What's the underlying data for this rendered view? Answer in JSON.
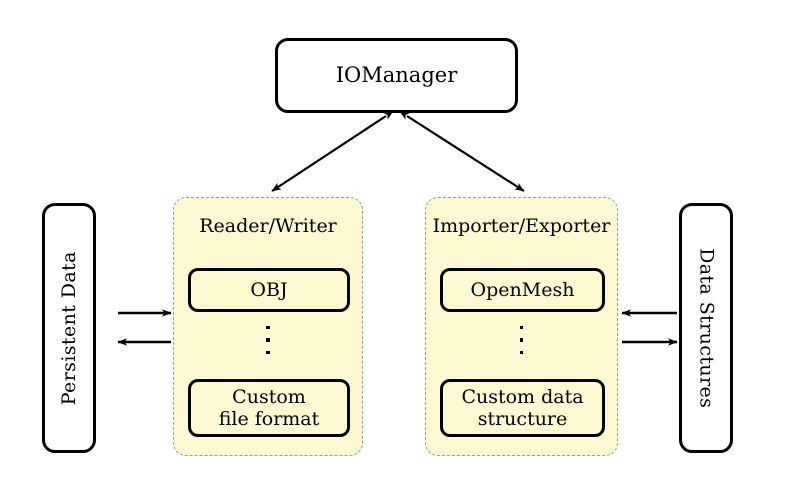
{
  "diagram": {
    "title_node": {
      "label": "IOManager"
    },
    "left_side_box": {
      "label": "Persistent Data"
    },
    "right_side_box": {
      "label": "Data Structures"
    },
    "groups": [
      {
        "id": "reader-writer",
        "title": "Reader/Writer",
        "items": [
          {
            "label": "OBJ"
          },
          {
            "label": "Custom\nfile format",
            "line1": "Custom",
            "line2": "file format"
          }
        ],
        "ellipsis": "⋮"
      },
      {
        "id": "importer-exporter",
        "title": "Importer/Exporter",
        "items": [
          {
            "label": "OpenMesh"
          },
          {
            "label": "Custom data\nstructure",
            "line1": "Custom data",
            "line2": "structure"
          }
        ],
        "ellipsis": "⋮"
      }
    ],
    "colors": {
      "panel_fill": "#fcf9d0",
      "panel_border": "#9a9a9a",
      "node_border": "#000000",
      "node_fill": "#ffffff",
      "background": "#ffffff",
      "text": "#000000"
    },
    "connections": [
      {
        "name": "iomanager-to-reader-writer",
        "kind": "double-arrow",
        "from": "IOManager",
        "to": "Reader/Writer"
      },
      {
        "name": "iomanager-to-importer-exporter",
        "kind": "double-arrow",
        "from": "IOManager",
        "to": "Importer/Exporter"
      },
      {
        "name": "persistent-data-to-reader-writer",
        "kind": "arrow",
        "from": "Persistent Data",
        "to": "Reader/Writer"
      },
      {
        "name": "reader-writer-to-persistent-data",
        "kind": "arrow",
        "from": "Reader/Writer",
        "to": "Persistent Data"
      },
      {
        "name": "data-structures-to-importer-exporter",
        "kind": "arrow",
        "from": "Data Structures",
        "to": "Importer/Exporter"
      },
      {
        "name": "importer-exporter-to-data-structures",
        "kind": "arrow",
        "from": "Importer/Exporter",
        "to": "Data Structures"
      }
    ]
  }
}
